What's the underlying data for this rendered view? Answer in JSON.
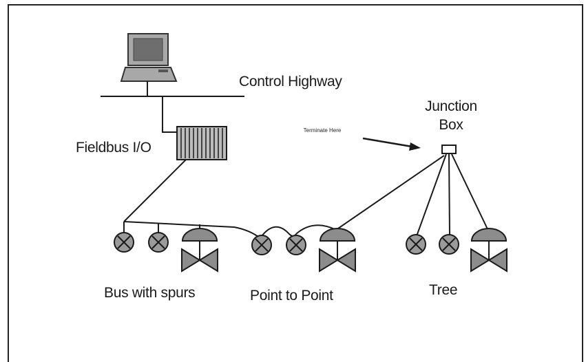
{
  "labels": {
    "control_highway": "Control Highway",
    "fieldbus_io": "Fieldbus I/O",
    "junction_box": "Junction Box",
    "terminate_here": "Terminate Here",
    "bus_with_spurs": "Bus with spurs",
    "point_to_point": "Point to Point",
    "tree": "Tree"
  },
  "colors": {
    "line": "#1a1a1a",
    "device_fill": "#9a9a9a",
    "valve_fill": "#8c8c8c",
    "computer_body": "#a8a8a8",
    "computer_screen": "#6e6e6e"
  }
}
